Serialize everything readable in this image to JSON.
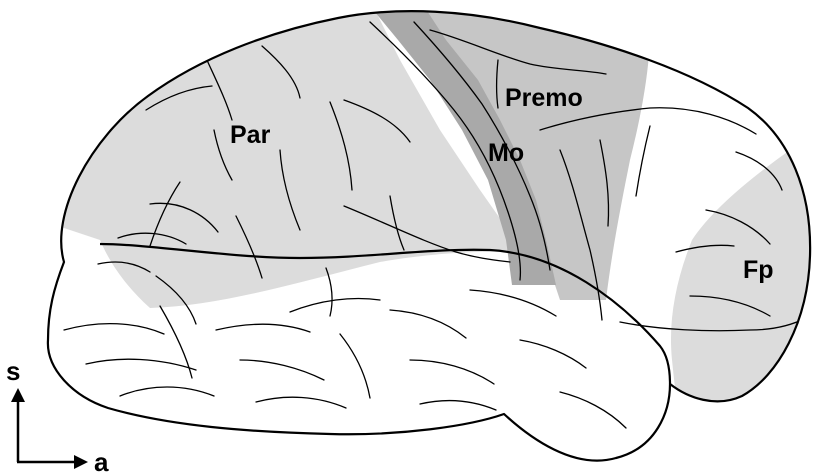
{
  "labels": {
    "par": "Par",
    "premo": "Premo",
    "mo": "Mo",
    "fp": "Fp"
  },
  "orientation": {
    "superior": "s",
    "anterior": "a"
  },
  "colors": {
    "background": "#ffffff",
    "brain_fill": "#ffffff",
    "light_region": "#dcdcdc",
    "premotor_region": "#c6c6c6",
    "motor_region": "#a9a9a9",
    "outline": "#000000"
  }
}
